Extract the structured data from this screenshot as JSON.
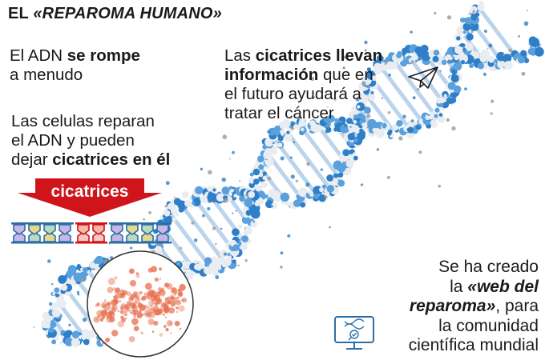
{
  "title": {
    "prefix": "EL ",
    "emphasis": "«REPAROMA HUMANO»"
  },
  "block1": {
    "line1_a": "El ADN ",
    "line1_b": "se rompe",
    "line2": "a menudo"
  },
  "block2": {
    "line1": "Las celulas reparan",
    "line2": "el ADN y pueden",
    "line3_a": "dejar ",
    "line3_b": "cicatrices en él"
  },
  "arrow_label": "cicatrices",
  "block3": {
    "line1_a": "Las ",
    "line1_b": "cicatrices llevan",
    "line2_a": "información",
    "line2_b": " que en",
    "line3": "el futuro ayudará a",
    "line4": "tratar el cáncer"
  },
  "block4": {
    "line1": "Se ha creado",
    "line2_a": "la ",
    "line2_b": "«web del",
    "line3_a": "reparoma»",
    "line3_b": ", para",
    "line4": "la comunidad",
    "line5": "científica mundial"
  },
  "colors": {
    "accent_red": "#d0141b",
    "dna_blue": "#2f7fc8",
    "icon_blue": "#2a6ea8",
    "scar_orange": "#e8704f"
  },
  "icons": [
    "paper-plane-icon",
    "monitor-dna-icon"
  ]
}
